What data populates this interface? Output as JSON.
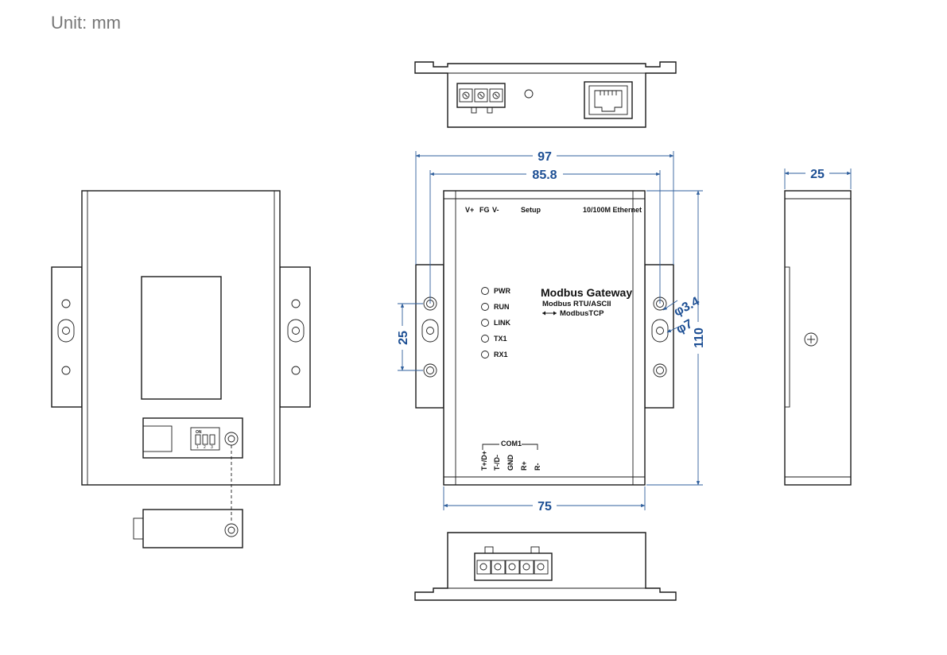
{
  "unit_label": "Unit: mm",
  "dimensions": {
    "width_outer": "97",
    "hole_spacing": "85.8",
    "width_body": "75",
    "height": "110",
    "side_depth": "25",
    "flange_hole_spacing": "25",
    "hole_diameter": "φ3.4",
    "slot_diameter": "φ7"
  },
  "port_labels": {
    "v_plus": "V+",
    "fg": "FG",
    "v_minus": "V-",
    "setup": "Setup",
    "ethernet": "10/100M Ethernet"
  },
  "leds": [
    {
      "label": "PWR"
    },
    {
      "label": "RUN"
    },
    {
      "label": "LINK"
    },
    {
      "label": "TX1"
    },
    {
      "label": "RX1"
    }
  ],
  "product": {
    "name": "Modbus Gateway",
    "line1": "Modbus RTU/ASCII",
    "line2": "ModbusTCP"
  },
  "com_port": {
    "name": "COM1",
    "pins": [
      "T+/D+",
      "T-/D-",
      "GND",
      "R+",
      "R-"
    ]
  },
  "dip_switch": {
    "label": "ON",
    "positions": [
      "1",
      "2",
      "3"
    ]
  },
  "colors": {
    "dimension": "#1d4f94",
    "line": "#1a1a1a",
    "unit_text": "#777777"
  }
}
